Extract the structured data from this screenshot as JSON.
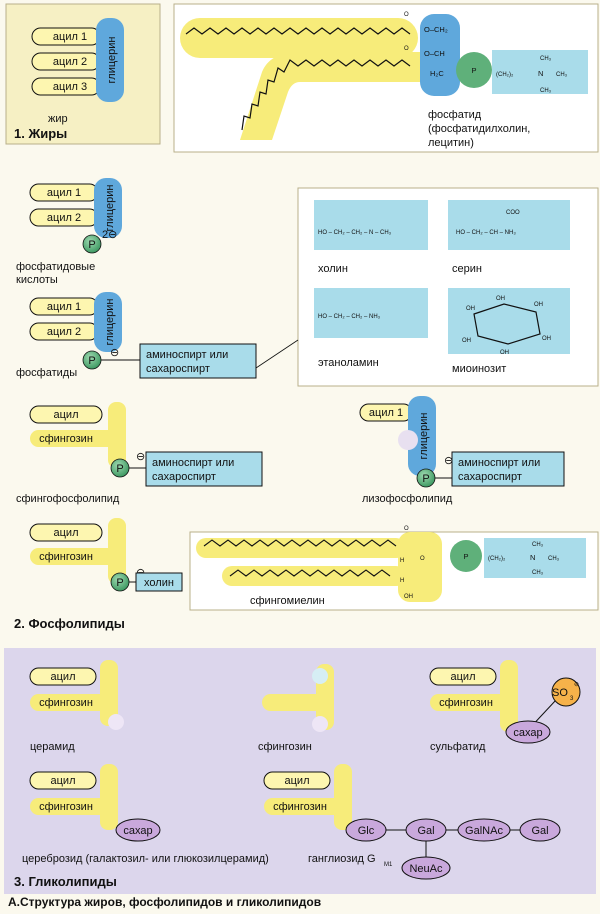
{
  "common": {
    "acyl": "ацил",
    "acyl1": "ацил 1",
    "acyl2": "ацил 2",
    "acyl3": "ацил 3",
    "glycerol": "глицерин",
    "sphingosine": "сфингозин",
    "P": "P",
    "charge2": "2⊖",
    "minus": "⊖",
    "amino_or_sugar_l1": "аминоспирт или",
    "amino_or_sugar_l2": "сахароспирт",
    "choline_box": "холин",
    "sugar": "сахар",
    "so3": "SO",
    "so3_sub": "3"
  },
  "section1": {
    "fat_label": "жир",
    "heading": "1. Жиры"
  },
  "phosphatide": {
    "line1": "фосфатид",
    "line2": "(фосфатидилхолин,",
    "line3": "лецитин)",
    "o_ch2": "O–CH₂",
    "o_ch": "O–CH",
    "h2c": "H₂C",
    "o_double": "O",
    "ch2_2": "(CH₂)₂",
    "n_plus": "N",
    "ch3": "CH₃"
  },
  "headgroups": {
    "choline": "холин",
    "serine": "серин",
    "ethanolamine": "этаноламин",
    "myoinositol": "миоинозит",
    "choline_formula": "HO – CH₂ – CH₂ – N – CH₃",
    "serine_formula": "HO – CH₂ – CH – NH₃",
    "ethanolamine_formula": "HO – CH₂ – CH₂ – NH₃",
    "coo": "COO",
    "oh": "OH",
    "h": "H"
  },
  "section2": {
    "phosphatidic_acids_l1": "фосфатидовые",
    "phosphatidic_acids_l2": "кислоты",
    "phosphatides": "фосфатиды",
    "sphingophospholipid": "сфингофосфолипид",
    "lysophospholipid": "лизофосфолипид",
    "sphingomyelin": "сфингомиелин",
    "heading": "2. Фосфолипиды"
  },
  "section3": {
    "ceramide": "церамид",
    "sphingosine_label": "сфингозин",
    "sulfatide": "сульфатид",
    "cerebroside": "цереброзид (галактозил- или глюкозилцерамид)",
    "ganglioside": "ганглиозид G",
    "ganglioside_sub": "M1",
    "glc": "Glc",
    "gal": "Gal",
    "galnac": "GalNAc",
    "neuac": "NeuAc",
    "heading": "3. Гликолипиды"
  },
  "caption": "А.Структура жиров, фосфолипидов и гликолипидов",
  "colors": {
    "background": "#fbf9ee",
    "lipid_yellow": "#f7ec7a",
    "pill_fill": "#fdf6b0",
    "glycerol_blue": "#5fa8dc",
    "phosphate_green": "#5fb07a",
    "panel_cyan": "#a9dcea",
    "sugar_purple": "#c9a8dc",
    "sulfate_orange": "#f6b24a",
    "glycolipid_panel": "#dcd6ec"
  }
}
